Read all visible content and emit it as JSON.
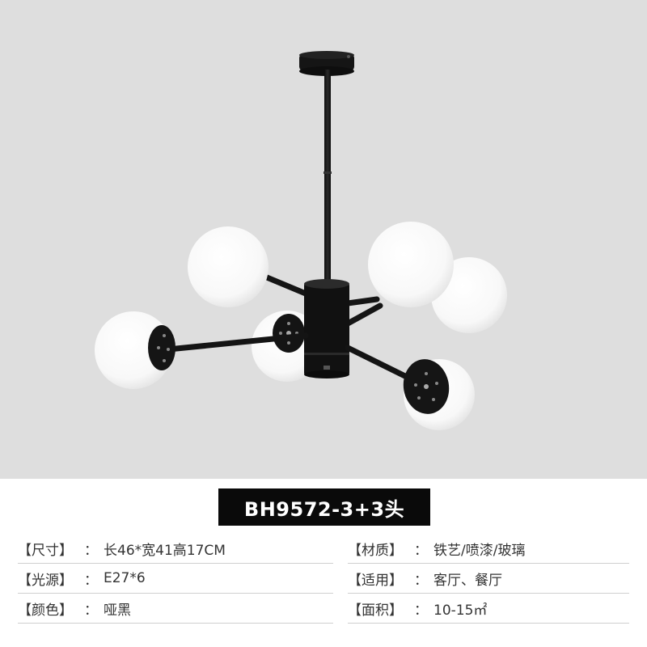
{
  "product": {
    "model_title": "BH9572-3+3头"
  },
  "specs": {
    "left": [
      {
        "label": "【尺寸】",
        "colon": "：",
        "value": "长46*宽41高17CM"
      },
      {
        "label": "【光源】",
        "colon": "：",
        "value": "E27*6"
      },
      {
        "label": "【颜色】",
        "colon": "：",
        "value": "哑黑"
      }
    ],
    "right": [
      {
        "label": "【材质】",
        "colon": "：",
        "value": "铁艺/喷漆/玻璃"
      },
      {
        "label": "【适用】",
        "colon": "：",
        "value": "客厅、餐厅"
      },
      {
        "label": "【面积】",
        "colon": "：",
        "value": "10-15㎡"
      }
    ]
  },
  "colors": {
    "photo_background": "#dedede",
    "frame_black": "#141414",
    "glass_white": "#fbfbfb",
    "title_bar": "#0a0a0a"
  },
  "icons": {
    "product_image": "chandelier-icon"
  }
}
